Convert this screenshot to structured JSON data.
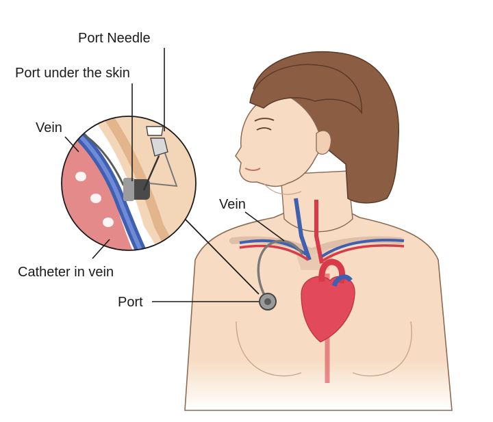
{
  "labels": {
    "port_needle": "Port Needle",
    "port_under_skin": "Port under the skin",
    "vein_inset": "Vein",
    "vein_neck": "Vein",
    "catheter_in_vein": "Catheter in vein",
    "port": "Port"
  },
  "colors": {
    "skin": "#f7dcc3",
    "skin_outline": "#8a6a55",
    "hair": "#8b5e44",
    "hair_dark": "#6e4532",
    "heart": "#e2495a",
    "vein_blue": "#3f5fb0",
    "artery_red": "#d83a4a",
    "port_gray": "#8c8c8c",
    "label_text": "#1a1a1a"
  }
}
